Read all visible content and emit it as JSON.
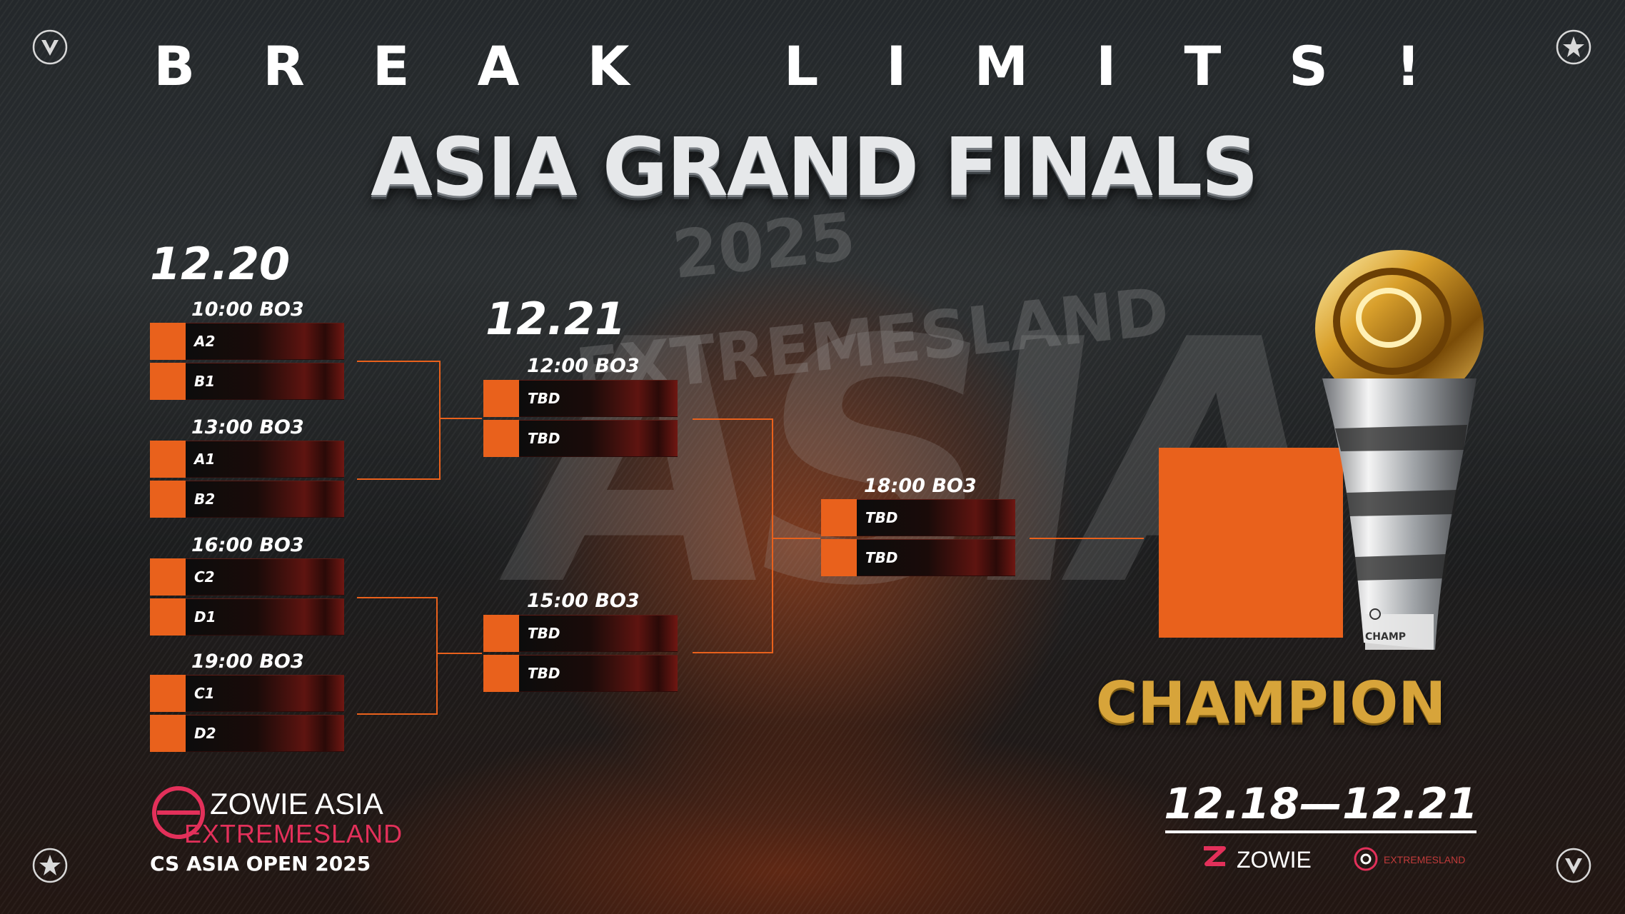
{
  "header": {
    "tagline": "BREAK LIMITS!",
    "title": "ASIA GRAND FINALS"
  },
  "background": {
    "watermark_big": "ASIA",
    "watermark_brand": "2025 EXTREMESLAND"
  },
  "bracket": {
    "day1": {
      "date": "12.20",
      "matches": [
        {
          "time": "10:00 BO3",
          "teams": [
            "A2",
            "B1"
          ]
        },
        {
          "time": "13:00 BO3",
          "teams": [
            "A1",
            "B2"
          ]
        },
        {
          "time": "16:00 BO3",
          "teams": [
            "C2",
            "D1"
          ]
        },
        {
          "time": "19:00 BO3",
          "teams": [
            "C1",
            "D2"
          ]
        }
      ]
    },
    "day2": {
      "date": "12.21",
      "semis": [
        {
          "time": "12:00 BO3",
          "teams": [
            "TBD",
            "TBD"
          ]
        },
        {
          "time": "15:00 BO3",
          "teams": [
            "TBD",
            "TBD"
          ]
        }
      ],
      "final": {
        "time": "18:00 BO3",
        "teams": [
          "TBD",
          "TBD"
        ]
      }
    }
  },
  "champion": {
    "label": "CHAMPION",
    "trophy_text": "CHAMP"
  },
  "footer": {
    "event_dates": "12.18—12.21",
    "sponsor_zowie": "ZOWIE",
    "sponsor_extremesland": "EXTREMESLAND",
    "logo_top": "ZOWIE ASIA",
    "logo_bottom": "EXTREMESLAND",
    "logo_sub": "CS ASIA OPEN 2025"
  },
  "colors": {
    "accent_orange": "#e9611c",
    "gold": "#d7a43a",
    "brand_pink": "#e3305a"
  },
  "icons": [
    "tournament-emblem-icon",
    "star-emblem-icon",
    "zowie-logo-icon",
    "extremesland-logo-icon",
    "trophy-icon"
  ]
}
